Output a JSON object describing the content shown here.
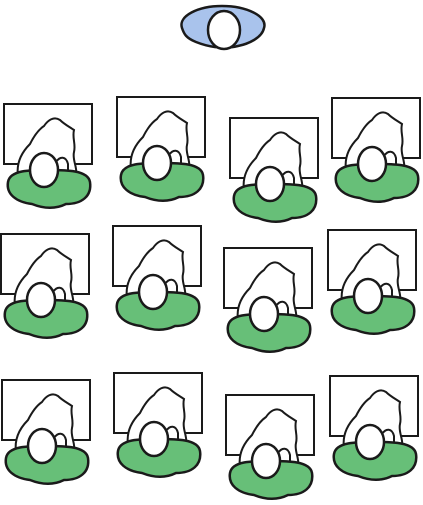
{
  "colors": {
    "teacher_fill": "#a9c3ec",
    "student_fill": "#67bf78",
    "outline": "#1a1a1a",
    "background": "#ffffff"
  },
  "teacher": {
    "icon": "teacher-figure-icon",
    "facing": "toward class"
  },
  "class": {
    "rows": 3,
    "desks_per_row": 4,
    "icon": "student-at-desk-icon"
  }
}
